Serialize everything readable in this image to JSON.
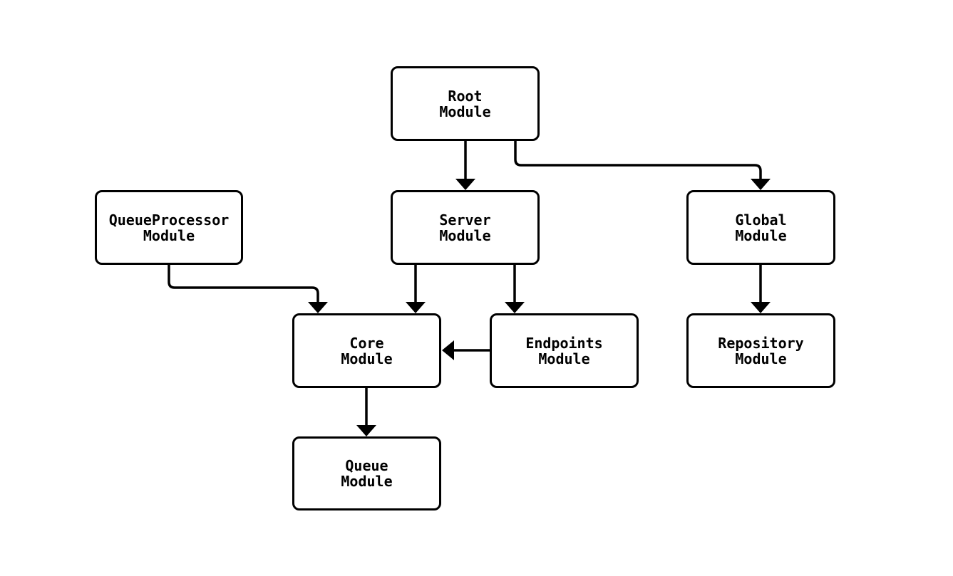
{
  "diagram": {
    "type": "module-dependency-flowchart",
    "background_color": "#ffffff",
    "node_fill_color": "#ffffff",
    "node_border_color": "#000000",
    "edge_color": "#000000",
    "text_color": "#000000",
    "nodes": {
      "root": {
        "label": "Root\nModule"
      },
      "queueproc": {
        "label": "QueueProcessor\nModule"
      },
      "server": {
        "label": "Server\nModule"
      },
      "global": {
        "label": "Global\nModule"
      },
      "core": {
        "label": "Core\nModule"
      },
      "endpoints": {
        "label": "Endpoints\nModule"
      },
      "repository": {
        "label": "Repository\nModule"
      },
      "queue": {
        "label": "Queue\nModule"
      }
    },
    "edges": [
      {
        "from": "Root Module",
        "to": "Server Module"
      },
      {
        "from": "Root Module",
        "to": "Global Module"
      },
      {
        "from": "QueueProcessor Module",
        "to": "Core Module"
      },
      {
        "from": "Server Module",
        "to": "Core Module"
      },
      {
        "from": "Server Module",
        "to": "Endpoints Module"
      },
      {
        "from": "Endpoints Module",
        "to": "Core Module"
      },
      {
        "from": "Global Module",
        "to": "Repository Module"
      },
      {
        "from": "Core Module",
        "to": "Queue Module"
      }
    ]
  }
}
